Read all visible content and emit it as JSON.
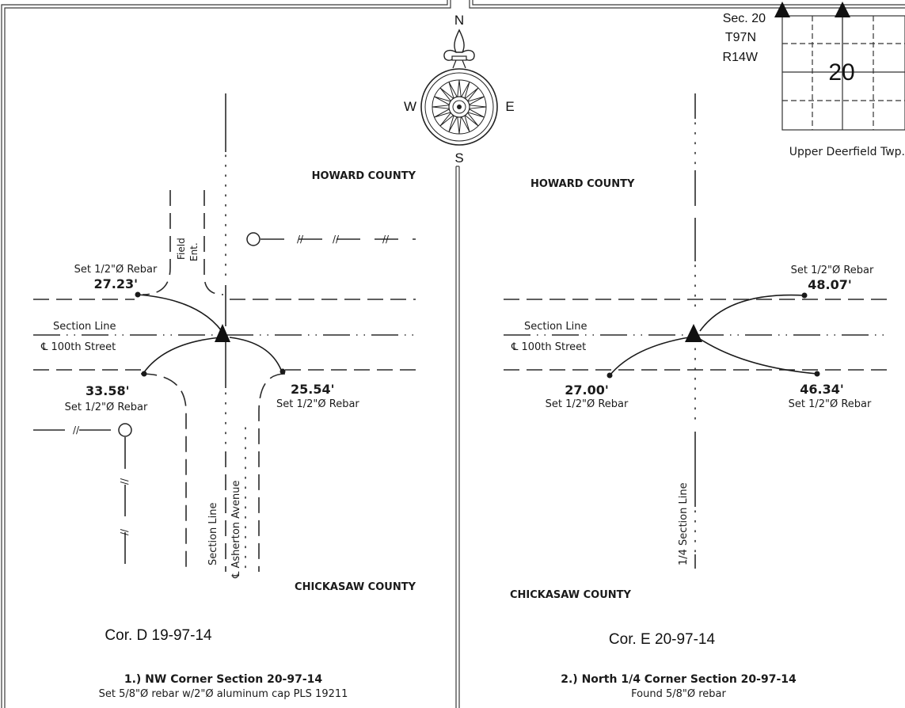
{
  "compass": {
    "north": "N",
    "south": "S",
    "east": "E",
    "west": "W"
  },
  "section_key": {
    "sec": "Sec. 20",
    "township": "T97N",
    "range": "R14W",
    "number": "20",
    "twp_name": "Upper Deerfield Twp."
  },
  "left": {
    "howard": "HOWARD COUNTY",
    "chickasaw": "CHICKASAW COUNTY",
    "field_ent_1": "Field",
    "field_ent_2": "Ent.",
    "section_line": "Section Line",
    "street": "℄ 100th Street",
    "v_section_line": "Section Line",
    "v_avenue": "℄ Asherton Avenue",
    "rebar_label": "Set 1/2\"Ø Rebar",
    "ties": {
      "nw": "27.23'",
      "sw": "33.58'",
      "se": "25.54'"
    },
    "corner_id": "Cor. D 19-97-14",
    "caption_title": "1.) NW Corner Section 20-97-14",
    "caption_sub": "Set 5/8\"Ø rebar w/2\"Ø aluminum cap PLS 19211"
  },
  "right": {
    "howard": "HOWARD COUNTY",
    "chickasaw": "CHICKASAW COUNTY",
    "section_line": "Section Line",
    "street": "℄ 100th Street",
    "v_quarter_line": "1/4 Section Line",
    "rebar_label": "Set 1/2\"Ø Rebar",
    "ties": {
      "ne": "48.07'",
      "sw": "27.00'",
      "se": "46.34'"
    },
    "corner_id": "Cor. E 20-97-14",
    "caption_title": "2.) North 1/4 Corner Section 20-97-14",
    "caption_sub": "Found 5/8\"Ø rebar"
  },
  "fence_break": "//"
}
